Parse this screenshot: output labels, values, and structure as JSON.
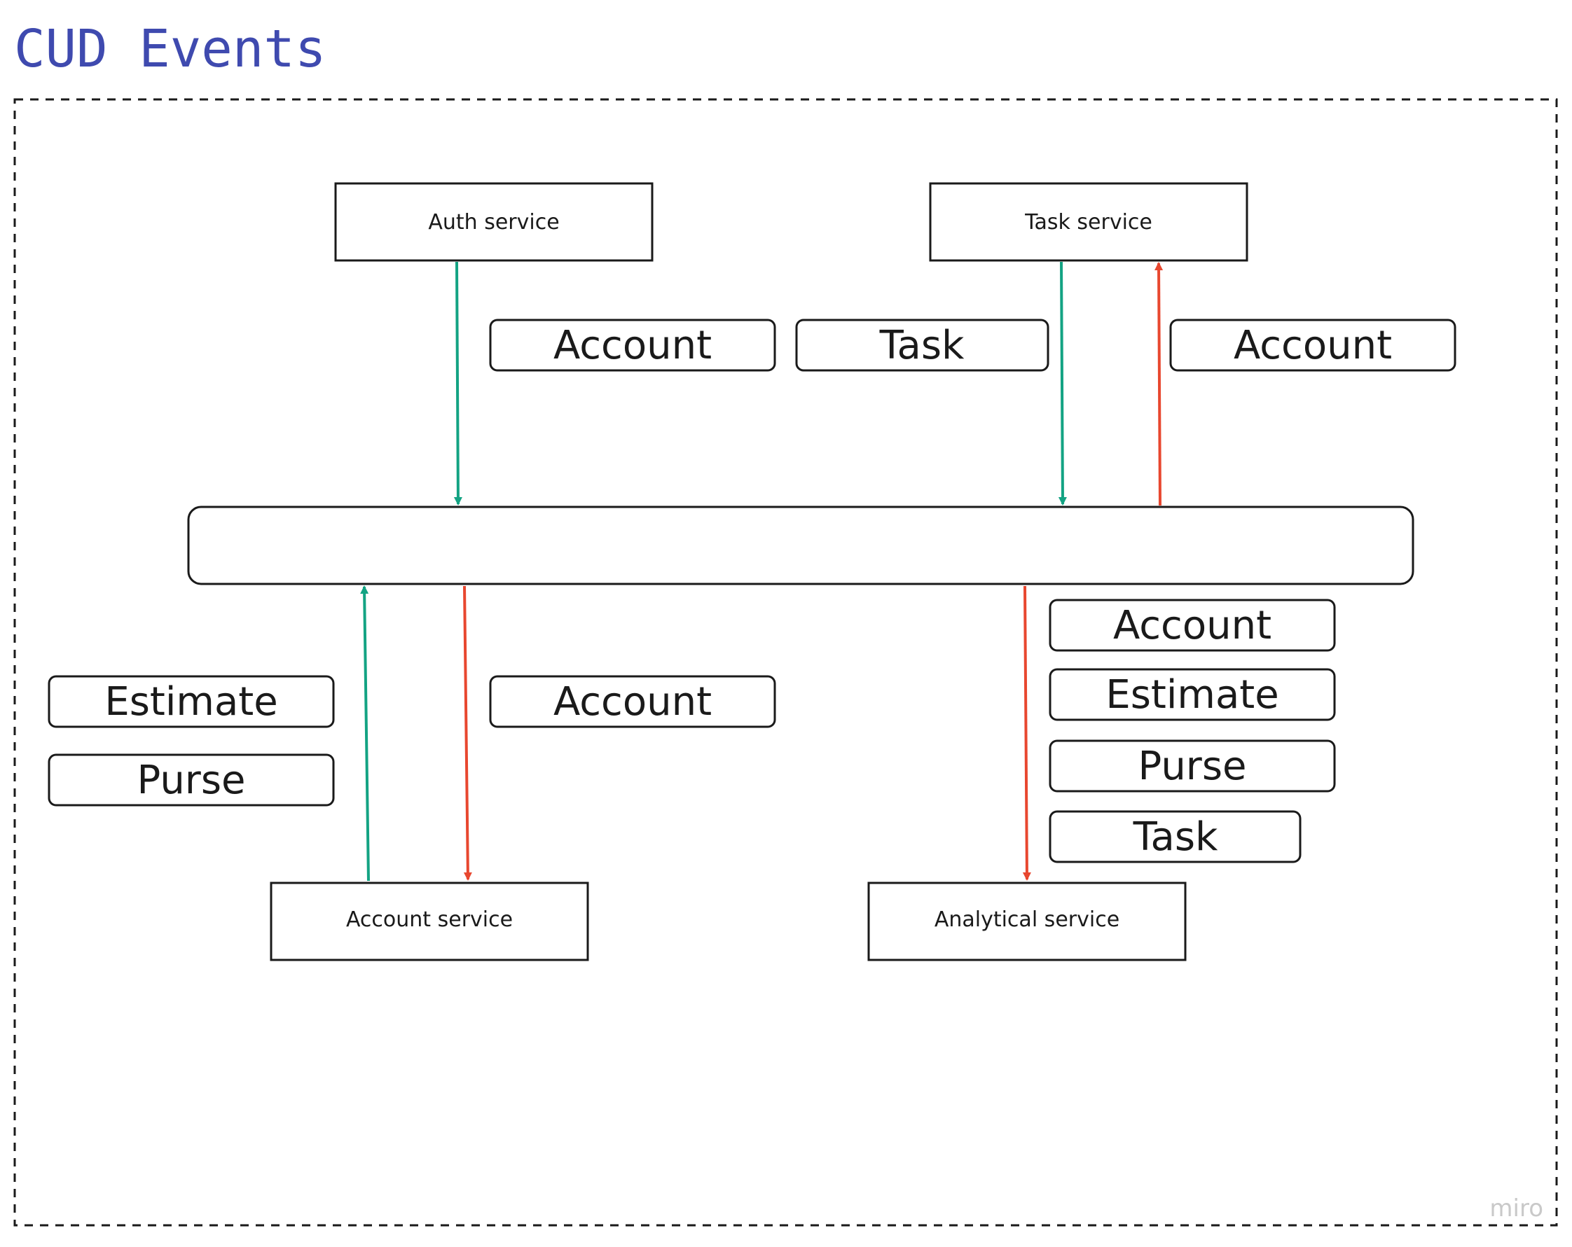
{
  "frame": {
    "title": "CUD Events"
  },
  "services": {
    "auth": "Auth service",
    "task": "Task service",
    "account": "Account service",
    "analytical": "Analytical service"
  },
  "events": {
    "auth_account": "Account",
    "task_task": "Task",
    "task_account": "Account",
    "account_service_account": "Account",
    "account_service_estimate": "Estimate",
    "account_service_purse": "Purse",
    "analytical_account": "Account",
    "analytical_estimate": "Estimate",
    "analytical_purse": "Purse",
    "analytical_task": "Task"
  },
  "colors": {
    "produce": "#13a383",
    "consume": "#e8472f",
    "title": "#3f4aaf"
  },
  "watermark": "miro"
}
